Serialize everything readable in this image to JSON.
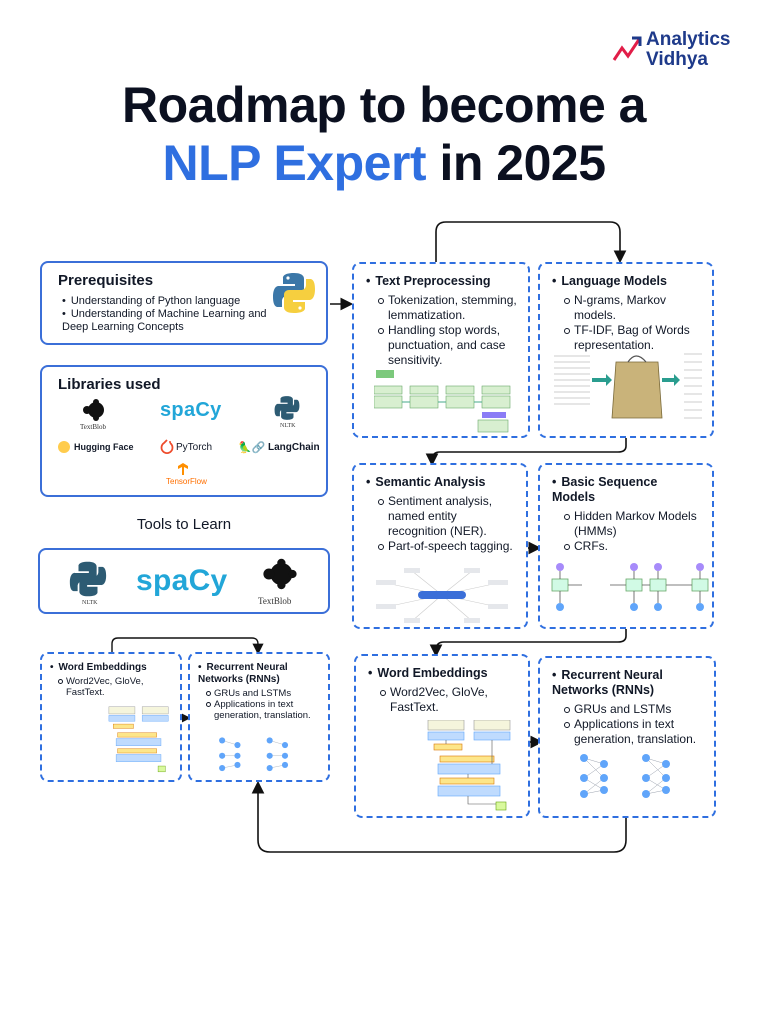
{
  "brand": {
    "line1": "Analytics",
    "line2": "Vidhya"
  },
  "headline": {
    "line1": "Roadmap to become a",
    "accent": "NLP Expert",
    "rest": " in 2025"
  },
  "prerequisites": {
    "title": "Prerequisites",
    "items": [
      "Understanding of Python language",
      "Understanding of Machine Learning and Deep Learning Concepts"
    ]
  },
  "libraries": {
    "title": "Libraries used",
    "textblob": "TextBlob",
    "spacy": "spaCy",
    "nltk": "NLTK",
    "huggingface": "Hugging Face",
    "pytorch": "PyTorch",
    "langchain": "LangChain",
    "tensorflow": "TensorFlow"
  },
  "tools": {
    "title": "Tools to Learn",
    "nltk": "NLTK",
    "spacy": "spaCy",
    "textblob": "TextBlob"
  },
  "cards": {
    "text_preprocessing": {
      "title": "Text Preprocessing",
      "items": [
        "Tokenization, stemming, lemmatization.",
        "Handling stop words, punctuation, and case sensitivity."
      ]
    },
    "language_models": {
      "title": "Language Models",
      "items": [
        "N-grams, Markov models.",
        "TF-IDF, Bag of Words representation."
      ]
    },
    "semantic_analysis": {
      "title": "Semantic Analysis",
      "items": [
        "Sentiment analysis, named entity recognition (NER).",
        "Part-of-speech tagging."
      ]
    },
    "sequence_models": {
      "title": "Basic Sequence Models",
      "items": [
        "Hidden Markov Models (HMMs)",
        "CRFs."
      ]
    },
    "word_embeddings": {
      "title": "Word Embeddings",
      "items": [
        "Word2Vec, GloVe, FastText."
      ]
    },
    "rnn": {
      "title": "Recurrent Neural Networks (RNNs)",
      "items": [
        "GRUs and LSTMs",
        "Applications in text generation, translation."
      ]
    },
    "word_embeddings_small": {
      "title": "Word Embeddings",
      "items": [
        "Word2Vec, GloVe, FastText."
      ]
    },
    "rnn_small": {
      "title": "Recurrent Neural Networks (RNNs)",
      "items": [
        "GRUs and LSTMs",
        "Applications in text generation, translation."
      ]
    }
  },
  "colors": {
    "accent": "#2f6fe0",
    "headline": "#0b1020",
    "spacy": "#22a6d8",
    "python_blue": "#3b77a8",
    "python_yellow": "#f6cf3f",
    "nltk": "#2d5b73"
  }
}
